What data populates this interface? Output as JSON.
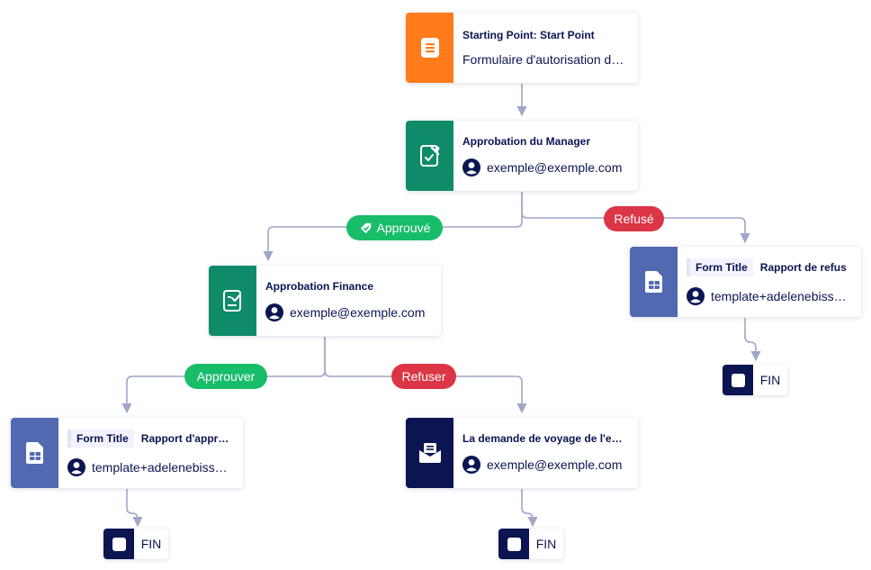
{
  "colors": {
    "connector": "#a0a6c8",
    "start": "#ff7b1c",
    "approval": "#0f8b6a",
    "form": "#5069b0",
    "email": "#0a1551",
    "approve_pill": "#18bd6a",
    "reject_pill": "#dc3545",
    "text": "#0a1551"
  },
  "nodes": {
    "start": {
      "icon": "document-icon",
      "title": "Starting Point: Start Point",
      "subtitle": "Formulaire d'autorisation de voyage"
    },
    "manager": {
      "icon": "pen-check-icon",
      "title": "Approbation du Manager",
      "assignee": "exemple@exemple.com"
    },
    "finance": {
      "icon": "clipboard-check-icon",
      "title": "Approbation Finance",
      "assignee": "exemple@exemple.com"
    },
    "report_refused": {
      "icon": "form-table-icon",
      "tag": "Form Title",
      "form_name": "Rapport de refus",
      "assignee": "template+adelenebissonnette"
    },
    "report_approved": {
      "icon": "form-table-icon",
      "tag": "Form Title",
      "form_name": "Rapport d'approbation",
      "assignee": "template+adelenebissonnette"
    },
    "email": {
      "icon": "envelope-icon",
      "title": "La demande de voyage de l'employé a été refusée",
      "assignee": "exemple@exemple.com"
    }
  },
  "branches": {
    "manager_approved": "Approuvé",
    "manager_refused": "Refusé",
    "finance_approve": "Approuver",
    "finance_refuse": "Refuser"
  },
  "end_label": "FIN"
}
